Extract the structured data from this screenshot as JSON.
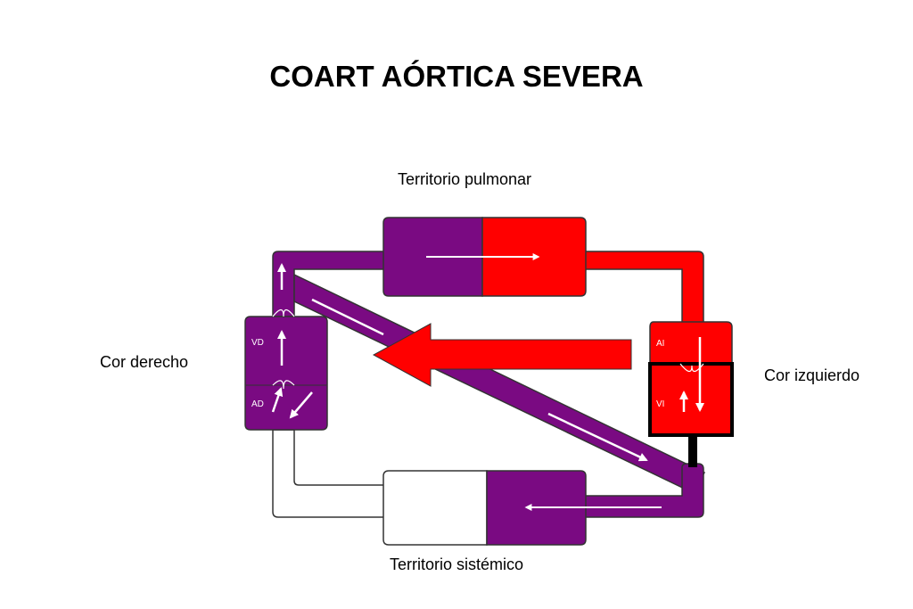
{
  "title": "COART AÓRTICA SEVERA",
  "labels": {
    "pulmonary_territory": "Territorio pulmonar",
    "systemic_territory": "Territorio sistémico",
    "right_heart": "Cor derecho",
    "left_heart": "Cor izquierdo"
  },
  "chambers": {
    "rv": "VD",
    "ra": "AD",
    "la": "AI",
    "lv": "VI"
  },
  "colors": {
    "venous": "#7a0a82",
    "arterial": "#ff0000",
    "systemic_low": "#ffffff",
    "outline": "#333333",
    "arrow": "#ffffff",
    "obstruction": "#000000"
  }
}
